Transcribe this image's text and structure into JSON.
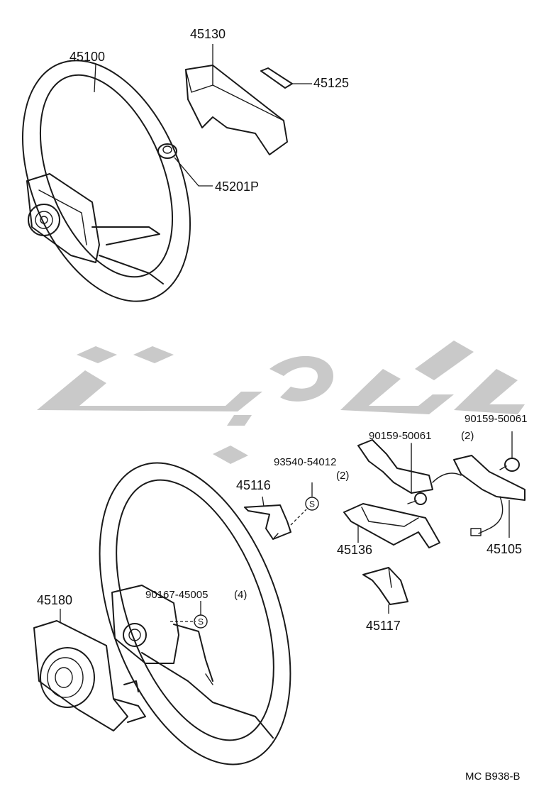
{
  "parts": [
    {
      "id": "p45100",
      "number": "45100"
    },
    {
      "id": "p45130",
      "number": "45130"
    },
    {
      "id": "p45125",
      "number": "45125"
    },
    {
      "id": "p45201P",
      "number": "45201P"
    },
    {
      "id": "p45116",
      "number": "45116"
    },
    {
      "id": "p93540",
      "number": "93540-54012",
      "qty": "(2)"
    },
    {
      "id": "p90159a",
      "number": "90159-50061",
      "qty": "(2)"
    },
    {
      "id": "p90159b",
      "number": "90159-50061"
    },
    {
      "id": "p45136",
      "number": "45136"
    },
    {
      "id": "p45105",
      "number": "45105"
    },
    {
      "id": "p45117",
      "number": "45117"
    },
    {
      "id": "p45180",
      "number": "45180"
    },
    {
      "id": "p90167",
      "number": "90167-45005",
      "qty": "(4)"
    }
  ],
  "screw_symbol": "S",
  "diagram_code": "MC B938-B",
  "colors": {
    "line": "#1a1a1a",
    "watermark": "#c9c9c9",
    "background": "#ffffff"
  }
}
